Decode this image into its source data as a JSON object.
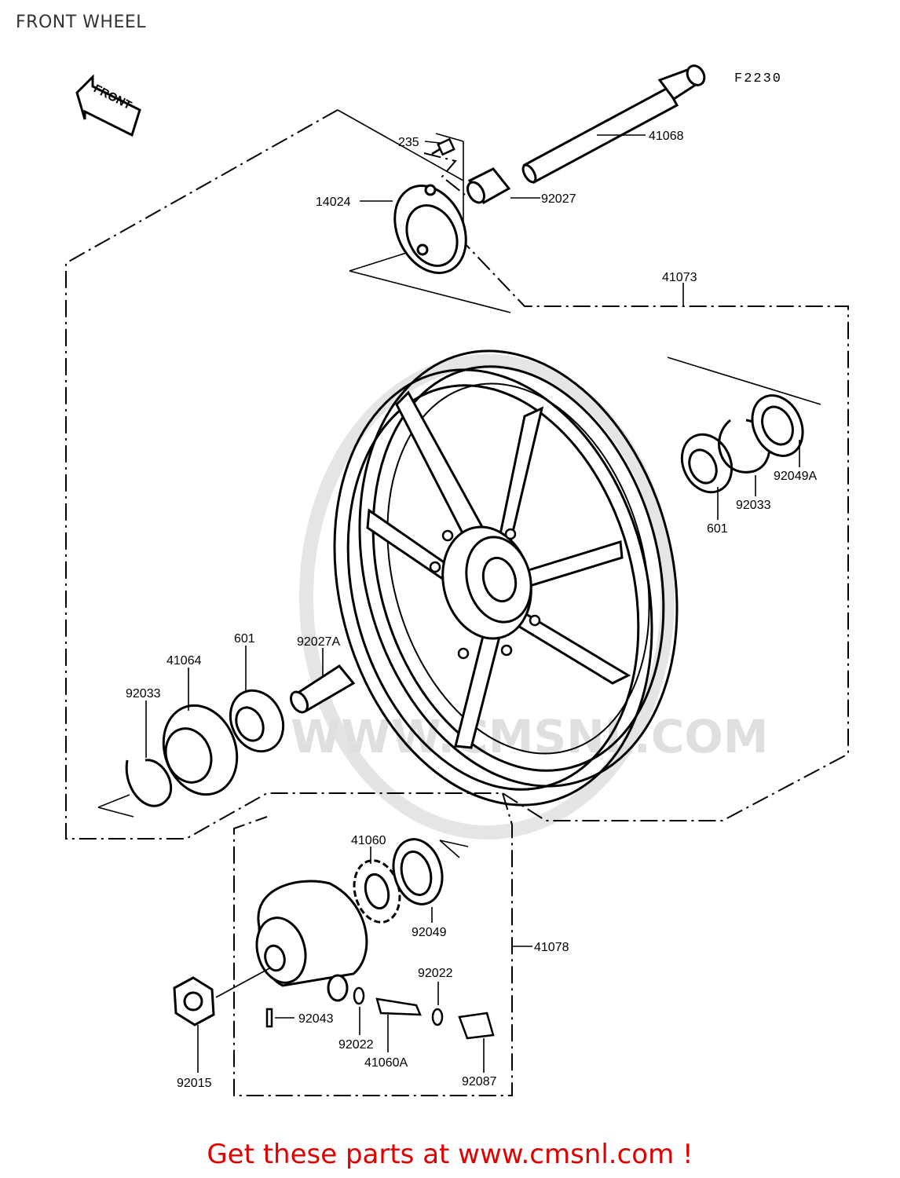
{
  "page": {
    "title": "FRONT WHEEL"
  },
  "figure": {
    "code": "F2230",
    "front_label": "FRONT"
  },
  "watermark": {
    "text": "WWW.CMSNL.COM"
  },
  "parts": {
    "p235": "235",
    "p41068": "41068",
    "p14024": "14024",
    "p92027": "92027",
    "p41073": "41073",
    "p92049A": "92049A",
    "p92033_right": "92033",
    "p601_right": "601",
    "p601_left": "601",
    "p92027A": "92027A",
    "p41064": "41064",
    "p92033_left": "92033",
    "p41060": "41060",
    "p92049": "92049",
    "p41078": "41078",
    "p92022_top": "92022",
    "p92043": "92043",
    "p92022_bottom": "92022",
    "p41060A": "41060A",
    "p92015": "92015",
    "p92087": "92087"
  },
  "footer": {
    "link_text": "Get these parts at www.cmsnl.com !",
    "link_color": "#e00000"
  }
}
